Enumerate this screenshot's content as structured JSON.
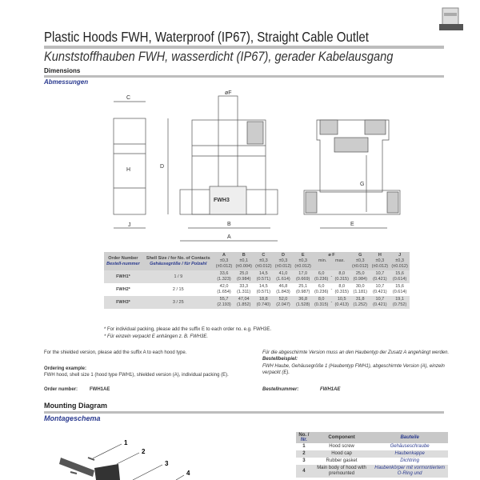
{
  "header": {
    "title": "Plastic Hoods FWH, Waterproof (IP67), Straight Cable Outlet",
    "subtitle": "Kunststoffhauben FWH, wasserdicht (IP67), gerader Kabelausgang",
    "section_en": "Dimensions",
    "section_de": "Abmessungen"
  },
  "drawing": {
    "labels": {
      "c": "C",
      "h": "H",
      "j": "J",
      "f": "øF",
      "d": "D",
      "b": "B",
      "a": "A",
      "e": "E",
      "g": "G",
      "marking": "FWH3"
    }
  },
  "table": {
    "headers": {
      "order": "Order Number",
      "order_de": "Bestell-nummer",
      "shell": "Shell Size / for No. of Contacts",
      "shell_de": "Gehäusegröße / für Polzahl",
      "A": "A",
      "B": "B",
      "C": "C",
      "D": "D",
      "E": "E",
      "F": "ø F",
      "G": "G",
      "H": "H",
      "J": "J",
      "tolA": "±0,3",
      "tolA2": "(±0.012)",
      "tolB": "±0,1",
      "tolB2": "(±0.004)",
      "min": "min.",
      "max": "max."
    },
    "rows": [
      {
        "order": "FWH1*",
        "shell": "1 / 9",
        "A": "33,6",
        "Ai": "(1.323)",
        "B": "25,0",
        "Bi": "(0.984)",
        "C": "14,5",
        "Ci": "(0.571)",
        "D": "41,0",
        "Di": "(1.614)",
        "E": "17,0",
        "Ei": "(0.669)",
        "Fmin": "6,0",
        "Fmini": "(0.236)",
        "Fmax": "8,0",
        "Fmaxi": "(0.315)",
        "G": "25,0",
        "Gi": "(0.984)",
        "H": "10,7",
        "Hi": "(0.421)",
        "J": "15,6",
        "Ji": "(0.614)"
      },
      {
        "order": "FWH2*",
        "shell": "2 / 15",
        "A": "42,0",
        "Ai": "(1.654)",
        "B": "33,3",
        "Bi": "(1.311)",
        "C": "14,5",
        "Ci": "(0.571)",
        "D": "46,8",
        "Di": "(1.843)",
        "E": "25,1",
        "Ei": "(0.987)",
        "Fmin": "6,0",
        "Fmini": "(0.236)",
        "Fmax": "8,0",
        "Fmaxi": "(0.315)",
        "G": "30,0",
        "Gi": "(1.181)",
        "H": "10,7",
        "Hi": "(0.421)",
        "J": "15,6",
        "Ji": "(0.614)"
      },
      {
        "order": "FWH3*",
        "shell": "3 / 25",
        "A": "55,7",
        "Ai": "(2.193)",
        "B": "47,04",
        "Bi": "(1.852)",
        "C": "18,8",
        "Ci": "(0.740)",
        "D": "52,0",
        "Di": "(2.047)",
        "E": "36,8",
        "Ei": "(1.528)",
        "Fmin": "8,0",
        "Fmini": "(0.315)",
        "Fmax": "10,5",
        "Fmaxi": "(0.413)",
        "G": "31,8",
        "Gi": "(1.252)",
        "H": "10,7",
        "Hi": "(0.421)",
        "J": "19,1",
        "Ji": "(0.752)"
      }
    ],
    "dash": "-",
    "note_en": "* For individual packing, please add the suffix E to each order no. e.g. FWH3E.",
    "note_de": "* Für einzeln verpackt E anhängen z. B. FWH3E."
  },
  "ordering": {
    "shield_en": "For the shielded version, please add the suffix A to each hood type.",
    "example_title_en": "Ordering example:",
    "example_en": "FWH hood, shell size 1 (hood type FWH1), shielded version (A), individual packing (E).",
    "order_label_en": "Order number:",
    "order_value": "FWH1AE",
    "shield_de": "Für die abgeschirmte Version muss an den Haubentyp der Zusatz A angehängt werden.",
    "example_title_de": "Bestellbeispiel:",
    "example_de": "FWH Haube, Gehäusegröße 1 (Haubentyp FWH1), abgeschirmte Version (A), einzeln verpackt (E).",
    "order_label_de": "Bestellnummer:"
  },
  "mounting": {
    "title_en": "Mounting Diagram",
    "title_de": "Montageschema",
    "callouts": [
      "1",
      "2",
      "3",
      "4"
    ]
  },
  "parts": {
    "headers": {
      "no": "No. /",
      "nr": "Nr.",
      "component": "Component",
      "bauteile": "Bauteile"
    },
    "rows": [
      {
        "no": "1",
        "en": "Hood screw",
        "de": "Gehäuseschraube"
      },
      {
        "no": "2",
        "en": "Hood cap",
        "de": "Haubenkappe"
      },
      {
        "no": "3",
        "en": "Rubber gasket",
        "de": "Dichtring"
      },
      {
        "no": "4",
        "en": "Main body of hood with premounted",
        "de": "Haubenkörper mit vormontiertem O-Ring und"
      }
    ]
  }
}
